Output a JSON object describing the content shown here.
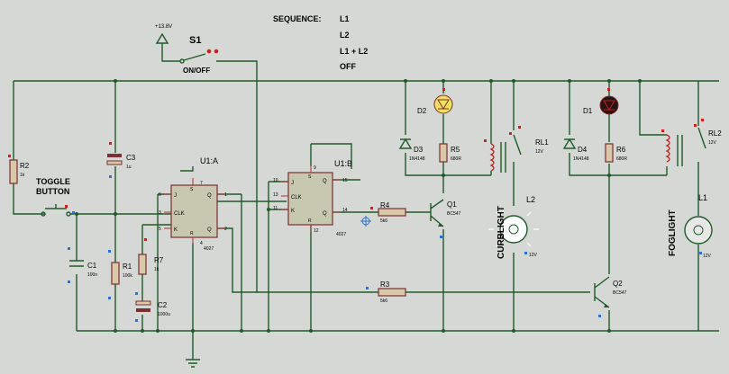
{
  "sequence": {
    "label": "SEQUENCE:",
    "steps": [
      "L1",
      "L2",
      "L1 + L2",
      "OFF"
    ],
    "color": "#1535c0"
  },
  "supply": "+13.8V",
  "switch": {
    "name": "S1",
    "caption": "ON/OFF",
    "color": "#1a8a1a"
  },
  "toggle": {
    "line1": "TOGGLE",
    "line2": "BUTTON",
    "color": "#1a8a1a"
  },
  "chips": {
    "u1a": {
      "name": "U1:A",
      "type": "4027",
      "pins": {
        "j": "J",
        "clk": "CLK",
        "k": "K",
        "q": "Q",
        "qb": "Q",
        "s": "S",
        "r": "R"
      },
      "pinnums": {
        "j": "6",
        "clk": "3",
        "k": "5",
        "q": "1",
        "qb": "2",
        "s": "7",
        "r": "4"
      }
    },
    "u1b": {
      "name": "U1:B",
      "type": "4027",
      "pins": {
        "j": "J",
        "clk": "CLK",
        "k": "K",
        "q": "Q",
        "qb": "Q",
        "s": "S",
        "r": "R"
      },
      "pinnums": {
        "j": "10",
        "clk": "13",
        "k": "11",
        "q": "15",
        "qb": "14",
        "s": "9",
        "r": "12"
      }
    }
  },
  "components": {
    "r1": {
      "name": "R1",
      "value": "100k"
    },
    "r2": {
      "name": "R2",
      "value": "1k"
    },
    "r3": {
      "name": "R3",
      "value": "5k6"
    },
    "r4": {
      "name": "R4",
      "value": "5k6"
    },
    "r5": {
      "name": "R5",
      "value": "680R"
    },
    "r6": {
      "name": "R6",
      "value": "680R"
    },
    "r7": {
      "name": "R7",
      "value": "1k"
    },
    "c1": {
      "name": "C1",
      "value": "100n"
    },
    "c2": {
      "name": "C2",
      "value": "1000u"
    },
    "c3": {
      "name": "C3",
      "value": "1u"
    },
    "d1": {
      "name": "D1"
    },
    "d2": {
      "name": "D2"
    },
    "d3": {
      "name": "D3",
      "value": "1N4148"
    },
    "d4": {
      "name": "D4",
      "value": "1N4148"
    },
    "q1": {
      "name": "Q1",
      "value": "BC547"
    },
    "q2": {
      "name": "Q2",
      "value": "BC547"
    },
    "rl1": {
      "name": "RL1",
      "value": "12V"
    },
    "rl2": {
      "name": "RL2",
      "value": "12V"
    },
    "l1": {
      "name": "L1",
      "value": "12V"
    },
    "l2": {
      "name": "L2",
      "value": "12V"
    }
  },
  "lamp_labels": {
    "curb": {
      "text": "CURBLIGHT",
      "color": "#c81818"
    },
    "fog": {
      "text": "FOGLIGHT",
      "color": "#e07a20"
    }
  }
}
